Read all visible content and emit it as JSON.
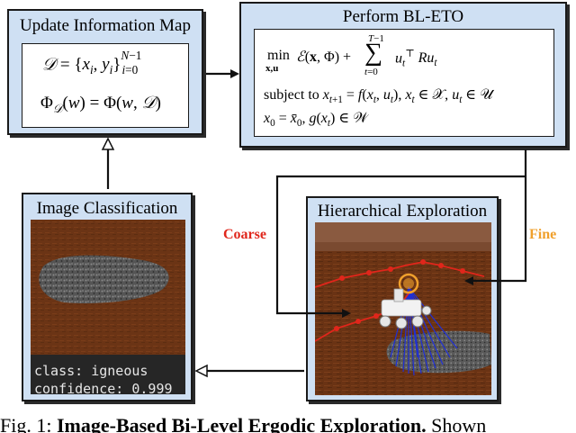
{
  "panels": {
    "update": {
      "title": "Update Information Map",
      "eq1_lhs": "D",
      "eq1_set": "x",
      "eq2_rhs": "Φ(w, D)"
    },
    "perform": {
      "title": "Perform BL-ETO",
      "subject_to": "subject to"
    },
    "classification": {
      "title": "Image Classification",
      "console_line1": "class: igneous",
      "console_line2": "confidence: 0.999"
    },
    "exploration": {
      "title": "Hierarchical Exploration"
    }
  },
  "labels": {
    "coarse": "Coarse",
    "fine": "Fine"
  },
  "colors": {
    "coarse": "#e0261b",
    "fine": "#f0a02c",
    "panel": "#cfe0f3",
    "rays": "#1f2fd6"
  },
  "caption": {
    "prefix": "Fig. 1: ",
    "bold": "Image-Based Bi-Level Ergodic Exploration.",
    "rest": " Shown"
  }
}
